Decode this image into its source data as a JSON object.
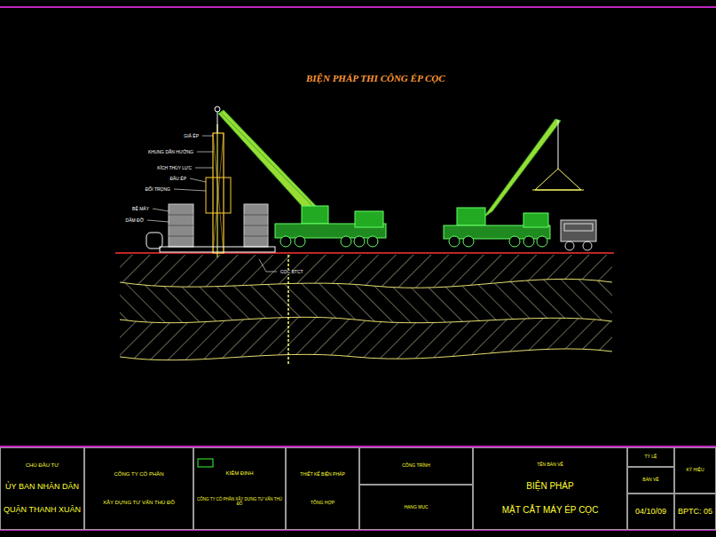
{
  "diagram": {
    "title": "BIỆN PHÁP THI CÔNG ÉP CỌC",
    "nodes": [
      {
        "text": [
          "CHỦ ĐẦU TƯ",
          "ỦY BAN NHÂN DÂN",
          "QUẬN THANH XUÂN"
        ]
      },
      {
        "text": [
          "CÔNG TY CỔ PHẦN",
          "XÂY DỰNG TƯ VẤN THỦ ĐÔ"
        ]
      },
      {
        "text": [
          "KIỂM ĐỊNH",
          "CÔNG TY CỔ PHẦN XÂY DỰNG TƯ VẤN THỦ ĐÔ"
        ]
      },
      {
        "text": [
          "THIẾT KẾ BIỆN PHÁP",
          "TỔNG HỢP"
        ]
      },
      {
        "text": [
          "CÔNG TRÌNH"
        ]
      },
      {
        "text": [
          "HẠNG MỤC"
        ]
      },
      {
        "text": [
          "TÊN BẢN VẼ",
          "BIỆN PHÁP",
          "MẶT CẮT MÁY ÉP CỌC"
        ]
      },
      {
        "text": [
          "TỶ LỆ"
        ]
      },
      {
        "text": [
          "BẢN VẼ"
        ]
      },
      {
        "text": [
          "04/10/09"
        ]
      },
      {
        "text": [
          "KÝ HIỆU"
        ]
      },
      {
        "text": [
          "BPTC: 05"
        ]
      }
    ],
    "labels": [
      "GIÁ ÉP",
      "KHUNG DẪN HƯỚNG",
      "KÍCH THỦY LỰC",
      "ĐẦU ÉP",
      "ĐỐI TRỌNG",
      "BỆ MÁY",
      "DẦM ĐỠ",
      "CỌC BTCT"
    ]
  }
}
